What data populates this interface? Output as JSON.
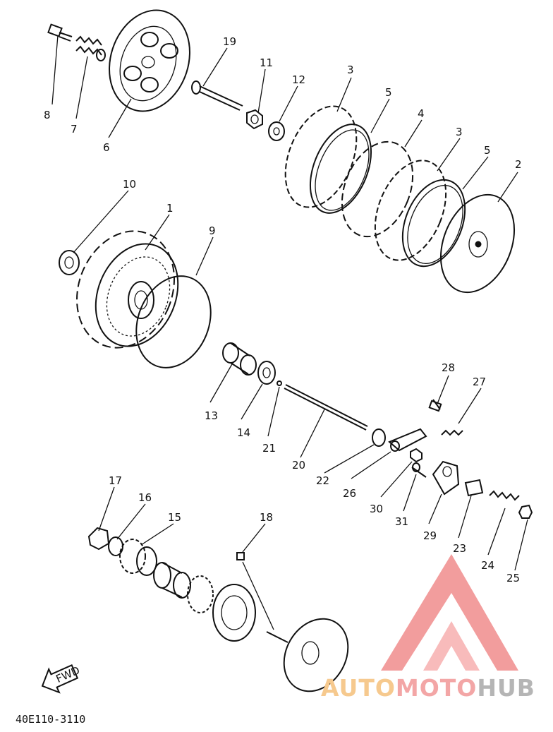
{
  "diagram": {
    "callouts": [
      "1",
      "2",
      "3",
      "3",
      "4",
      "5",
      "5",
      "6",
      "7",
      "8",
      "9",
      "10",
      "11",
      "12",
      "13",
      "14",
      "15",
      "16",
      "17",
      "18",
      "19",
      "20",
      "21",
      "22",
      "23",
      "24",
      "25",
      "26",
      "27",
      "28",
      "29",
      "30",
      "31"
    ],
    "direction_label": "FWD",
    "part_code": "40E110-3110"
  },
  "watermark": {
    "part1": "AUTO",
    "part2": "MOTO",
    "part3": "HUB",
    "colors": {
      "auto": "#f6c98e",
      "moto": "#f3a6a6",
      "hub": "#b5b5b5",
      "logo": "#f08c8c"
    }
  }
}
